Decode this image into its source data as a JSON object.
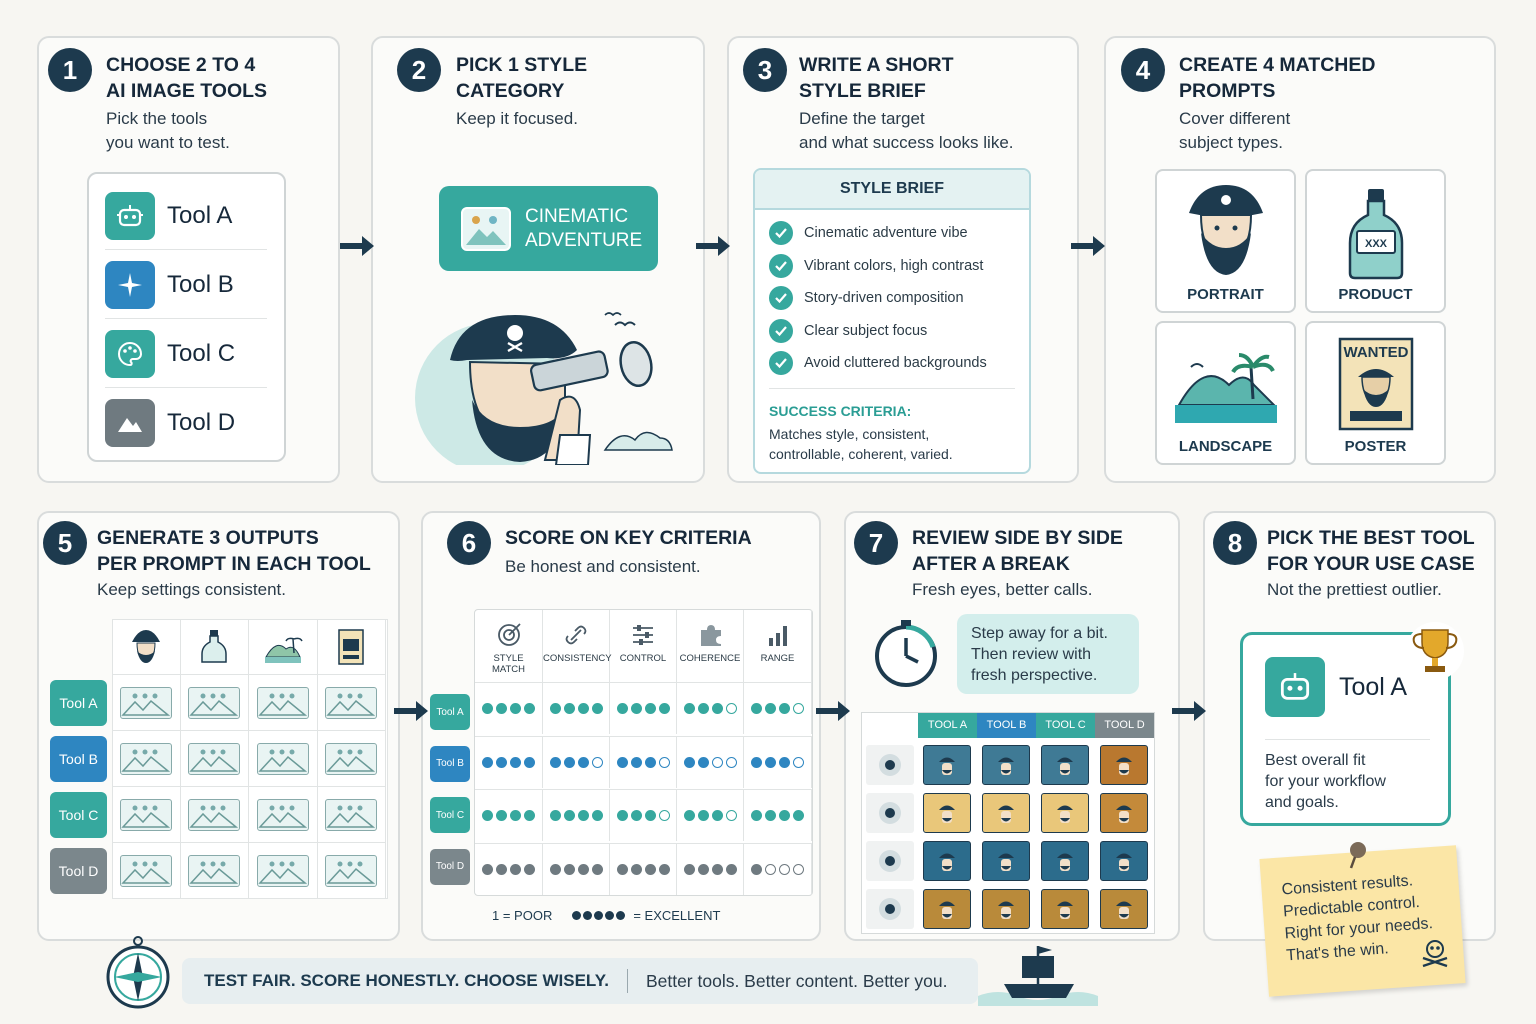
{
  "steps": [
    {
      "num": "1",
      "title": "CHOOSE 2 TO 4\nAI IMAGE TOOLS",
      "sub": "Pick the tools\nyou want to test."
    },
    {
      "num": "2",
      "title": "PICK 1 STYLE\nCATEGORY",
      "sub": "Keep it focused."
    },
    {
      "num": "3",
      "title": "WRITE A SHORT\nSTYLE BRIEF",
      "sub": "Define the target\nand what success looks like."
    },
    {
      "num": "4",
      "title": "CREATE 4 MATCHED\nPROMPTS",
      "sub": "Cover different\nsubject types."
    },
    {
      "num": "5",
      "title": "GENERATE 3 OUTPUTS\nPER PROMPT IN EACH TOOL",
      "sub": "Keep settings consistent."
    },
    {
      "num": "6",
      "title": "SCORE ON KEY CRITERIA",
      "sub": "Be honest and consistent."
    },
    {
      "num": "7",
      "title": "REVIEW SIDE BY SIDE\nAFTER A BREAK",
      "sub": "Fresh eyes, better calls."
    },
    {
      "num": "8",
      "title": "PICK THE BEST TOOL\nFOR YOUR USE CASE",
      "sub": "Not the prettiest outlier."
    }
  ],
  "tools": [
    "Tool A",
    "Tool B",
    "Tool C",
    "Tool D"
  ],
  "tool_icons": [
    "robot-icon",
    "sparkle-icon",
    "palette-icon",
    "mountain-image-icon"
  ],
  "tool_colors": [
    "#36a89e",
    "#2e86c1",
    "#36a89e",
    "#6f7a80"
  ],
  "style_category": "CINEMATIC\nADVENTURE",
  "brief": {
    "heading": "STYLE BRIEF",
    "items": [
      "Cinematic adventure vibe",
      "Vibrant colors, high contrast",
      "Story-driven composition",
      "Clear subject focus",
      "Avoid cluttered backgrounds"
    ],
    "success_label": "SUCCESS CRITERIA:",
    "success_text": "Matches style, consistent,\ncontrollable, coherent, varied."
  },
  "prompts": [
    "PORTRAIT",
    "PRODUCT",
    "LANDSCAPE",
    "POSTER"
  ],
  "product_label": "XXX",
  "poster_label": "WANTED",
  "row_colors": [
    "#36a89e",
    "#2e86c1",
    "#36a89e",
    "#7b878c"
  ],
  "criteria": [
    "STYLE\nMATCH",
    "CONSISTENCY",
    "CONTROL",
    "COHERENCE",
    "RANGE"
  ],
  "criteria_icons": [
    "target-icon",
    "link-icon",
    "sliders-icon",
    "puzzle-icon",
    "bar-chart-icon"
  ],
  "scores": [
    [
      4,
      4,
      4,
      3,
      3
    ],
    [
      4,
      3,
      3,
      2,
      3
    ],
    [
      4,
      4,
      3,
      3,
      4
    ],
    [
      4,
      4,
      4,
      4,
      1
    ]
  ],
  "score_colors": [
    "#36a89e",
    "#2e86c1",
    "#36a89e",
    "#6f7a80"
  ],
  "score_max": 4,
  "legend_poor": "1 = POOR",
  "legend_excellent": "= EXCELLENT",
  "review_bubble": "Step away for a bit.\nThen review with\nfresh perspective.",
  "review_headers": [
    "TOOL A",
    "TOOL B",
    "TOOL C",
    "TOOL D"
  ],
  "review_header_colors": [
    "#36a89e",
    "#2e86c1",
    "#36a89e",
    "#7b878c"
  ],
  "winner": {
    "name": "Tool A",
    "desc": "Best overall fit\nfor your workflow\nand goals."
  },
  "note": "Consistent results.\nPredictable control.\nRight for your needs.\nThat's the win.",
  "footer": {
    "bold": "TEST FAIR. SCORE HONESTLY. CHOOSE WISELY.",
    "tagline": "Better tools. Better content. Better you."
  }
}
